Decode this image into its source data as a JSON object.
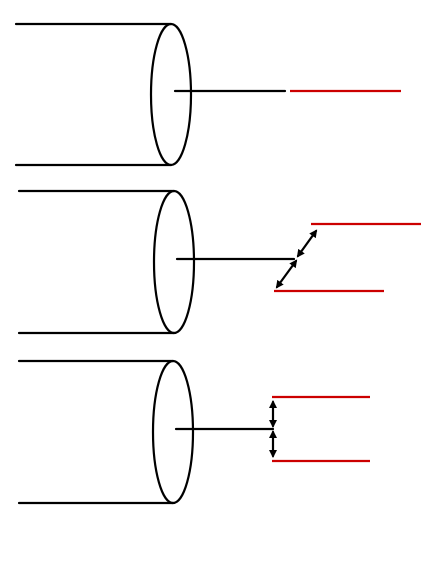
{
  "colors": {
    "stroke": "#000000",
    "target": "#cc0000",
    "background": "#ffffff"
  },
  "panels": [
    {
      "id": "aligned",
      "offset_arrows": "none"
    },
    {
      "id": "diagonal-offset",
      "offset_arrows": "diagonal"
    },
    {
      "id": "vertical-offset",
      "offset_arrows": "vertical"
    }
  ]
}
